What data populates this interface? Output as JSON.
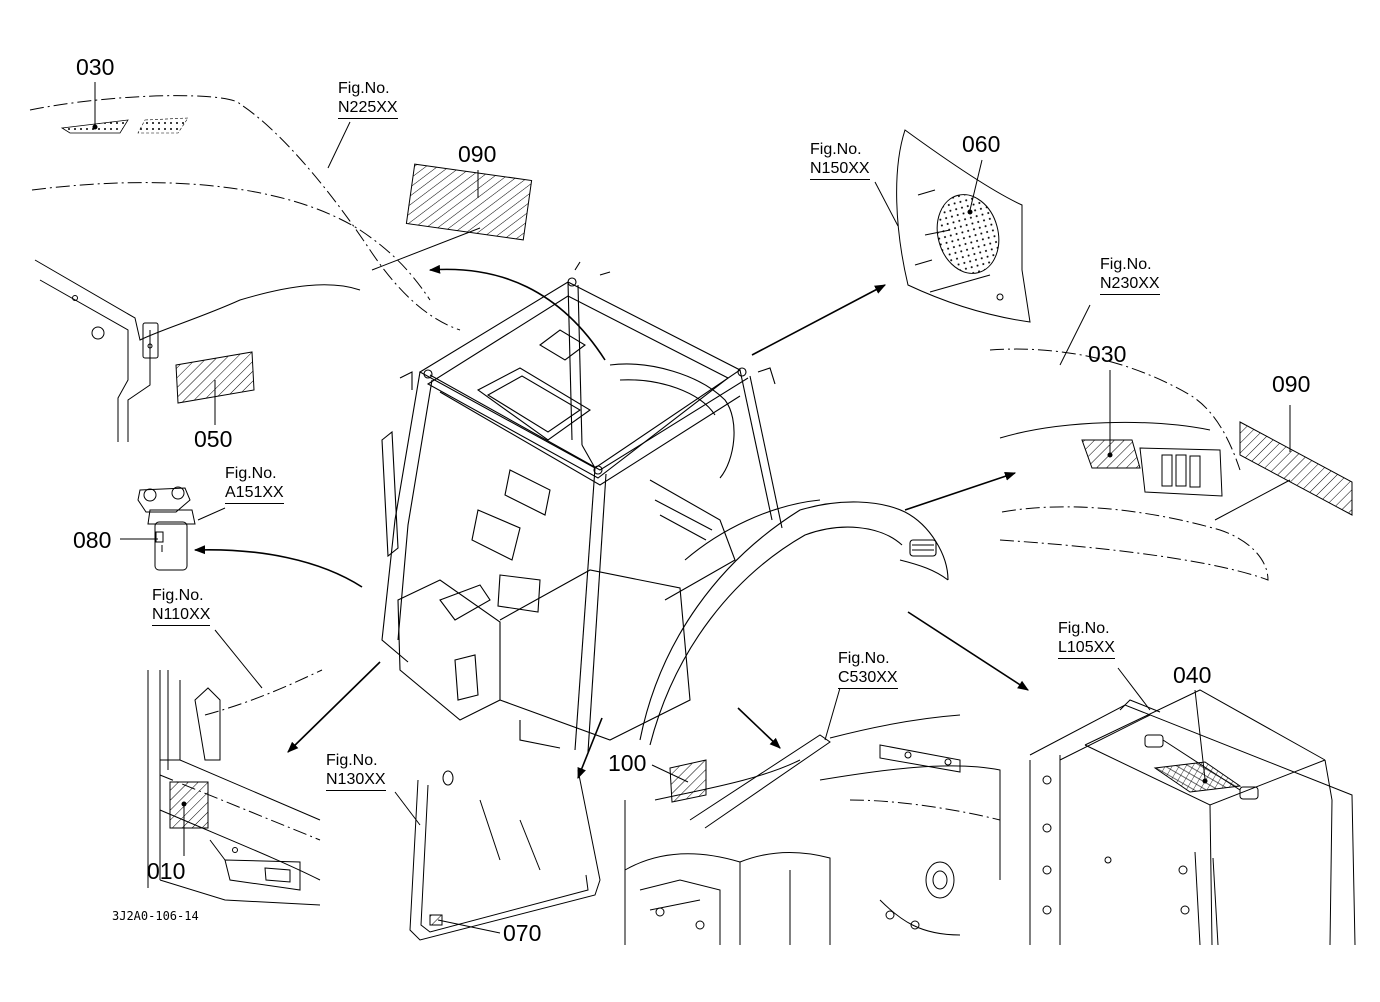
{
  "diagram": {
    "drawing_number": "3J2A0-106-14",
    "fig_prefix": "Fig.No.",
    "part_labels": {
      "p030a": "030",
      "p090a": "090",
      "p050": "050",
      "p060": "060",
      "p030b": "030",
      "p090b": "090",
      "p080": "080",
      "p010": "010",
      "p100": "100",
      "p070": "070",
      "p040": "040"
    },
    "figure_refs": {
      "n225": "N225XX",
      "n150": "N150XX",
      "n230": "N230XX",
      "a151": "A151XX",
      "n110": "N110XX",
      "c530": "C530XX",
      "n130": "N130XX",
      "l105": "L105XX"
    }
  }
}
